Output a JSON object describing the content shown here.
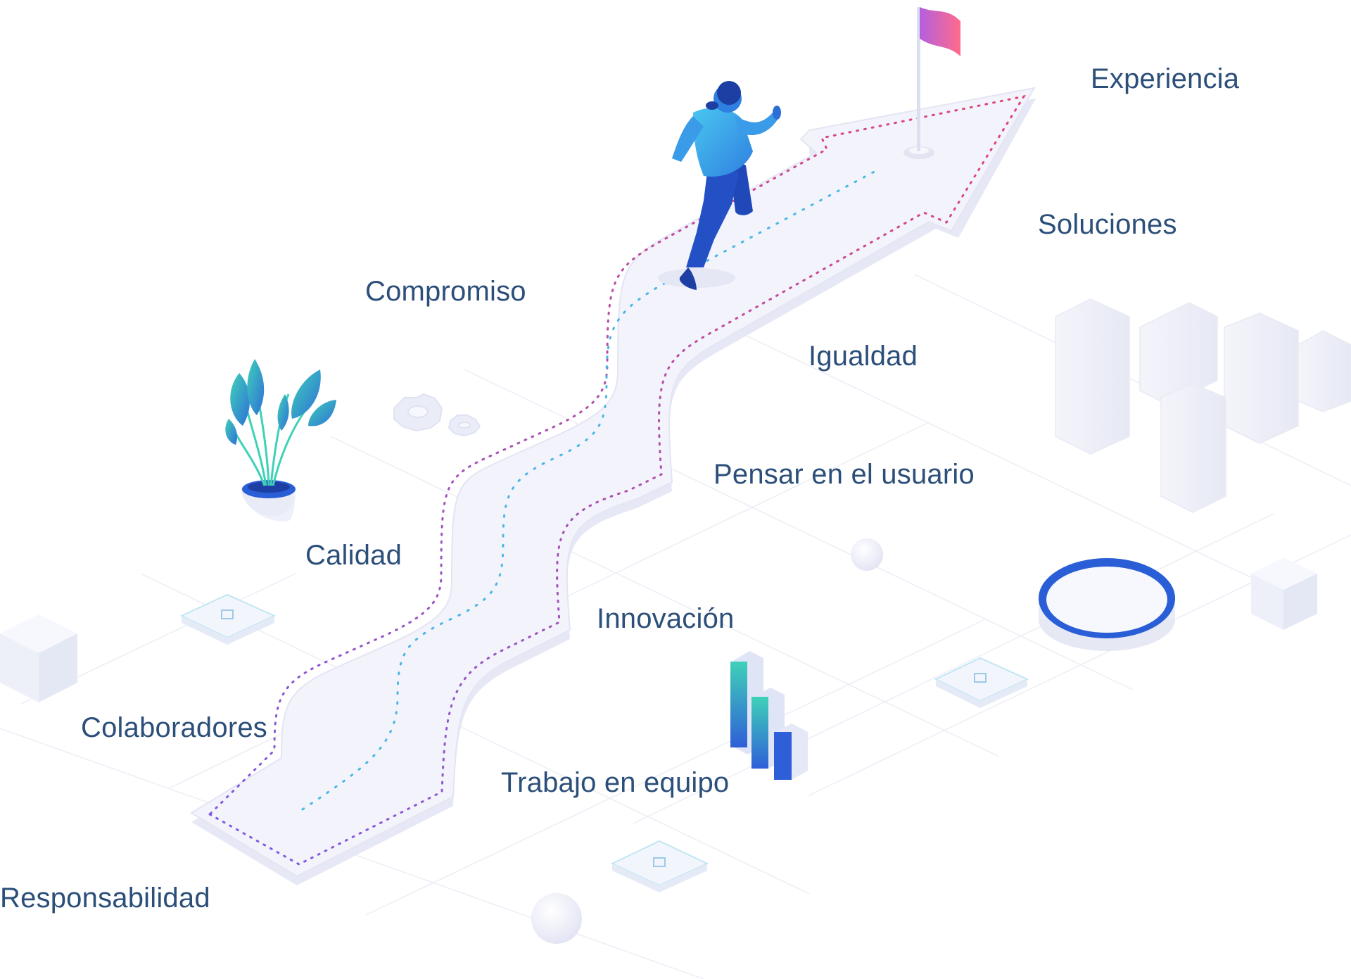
{
  "values": {
    "experiencia": "Experiencia",
    "soluciones": "Soluciones",
    "compromiso": "Compromiso",
    "igualdad": "Igualdad",
    "pensar_en_el_usuario": "Pensar en el usuario",
    "calidad": "Calidad",
    "innovacion": "Innovación",
    "colaboradores": "Colaboradores",
    "trabajo_en_equipo": "Trabajo en equipo",
    "responsabilidad": "Responsabilidad"
  },
  "icons": {
    "runner": "runner-icon",
    "flag": "flag-icon",
    "plant": "plant-icon",
    "gears": "gears-icon",
    "bar_chart": "bar-chart-icon",
    "buildings": "buildings-icon",
    "ring": "ring-icon",
    "chip": "chip-icon",
    "cube": "cube-icon",
    "sphere": "sphere-icon"
  },
  "colors": {
    "text": "#2c4f7a",
    "path_surface": "#f1f1fb",
    "path_dots_outer": "#e0457a",
    "path_dots_inner": "#49b7e6",
    "runner_jacket": "#3a9be8",
    "runner_pants": "#2048b8",
    "flag_start": "#b45fe0",
    "flag_end": "#ff6b8b",
    "ring_blue": "#2a5ed6",
    "bars_teal": "#3fd1b8",
    "bars_blue": "#2f5fd8",
    "leaves_teal": "#3fd1b8",
    "grid_line": "#eceef6"
  }
}
